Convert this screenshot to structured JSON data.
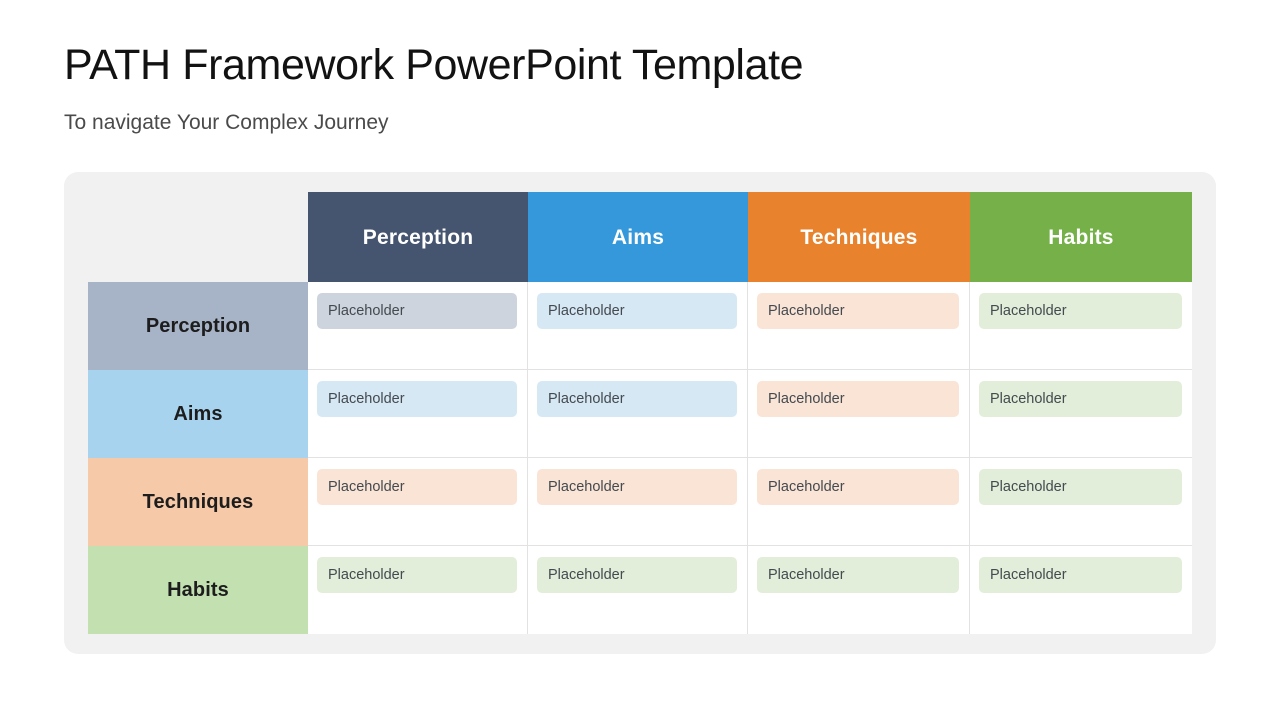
{
  "header": {
    "title": "PATH Framework PowerPoint Template",
    "subtitle": "To navigate Your Complex Journey"
  },
  "matrix": {
    "column_headers": [
      {
        "label": "Perception",
        "color": "#45546f"
      },
      {
        "label": "Aims",
        "color": "#3498db"
      },
      {
        "label": "Techniques",
        "color": "#e8822c"
      },
      {
        "label": "Habits",
        "color": "#75b148"
      }
    ],
    "row_headers": [
      {
        "label": "Perception",
        "color": "#a7b3c6"
      },
      {
        "label": "Aims",
        "color": "#a8d3ef"
      },
      {
        "label": "Techniques",
        "color": "#f6c9a8"
      },
      {
        "label": "Habits",
        "color": "#c3e0b0"
      }
    ],
    "pill_tints": {
      "slate": "#ced4de",
      "blue": "#d7e8f5",
      "orange": "#fae4d6",
      "green": "#e2eed9"
    },
    "cells": [
      [
        {
          "text": "Placeholder",
          "tint": "slate"
        },
        {
          "text": "Placeholder",
          "tint": "blue"
        },
        {
          "text": "Placeholder",
          "tint": "orange"
        },
        {
          "text": "Placeholder",
          "tint": "green"
        }
      ],
      [
        {
          "text": "Placeholder",
          "tint": "blue"
        },
        {
          "text": "Placeholder",
          "tint": "blue"
        },
        {
          "text": "Placeholder",
          "tint": "orange"
        },
        {
          "text": "Placeholder",
          "tint": "green"
        }
      ],
      [
        {
          "text": "Placeholder",
          "tint": "orange"
        },
        {
          "text": "Placeholder",
          "tint": "orange"
        },
        {
          "text": "Placeholder",
          "tint": "orange"
        },
        {
          "text": "Placeholder",
          "tint": "green"
        }
      ],
      [
        {
          "text": "Placeholder",
          "tint": "green"
        },
        {
          "text": "Placeholder",
          "tint": "green"
        },
        {
          "text": "Placeholder",
          "tint": "green"
        },
        {
          "text": "Placeholder",
          "tint": "green"
        }
      ]
    ]
  }
}
